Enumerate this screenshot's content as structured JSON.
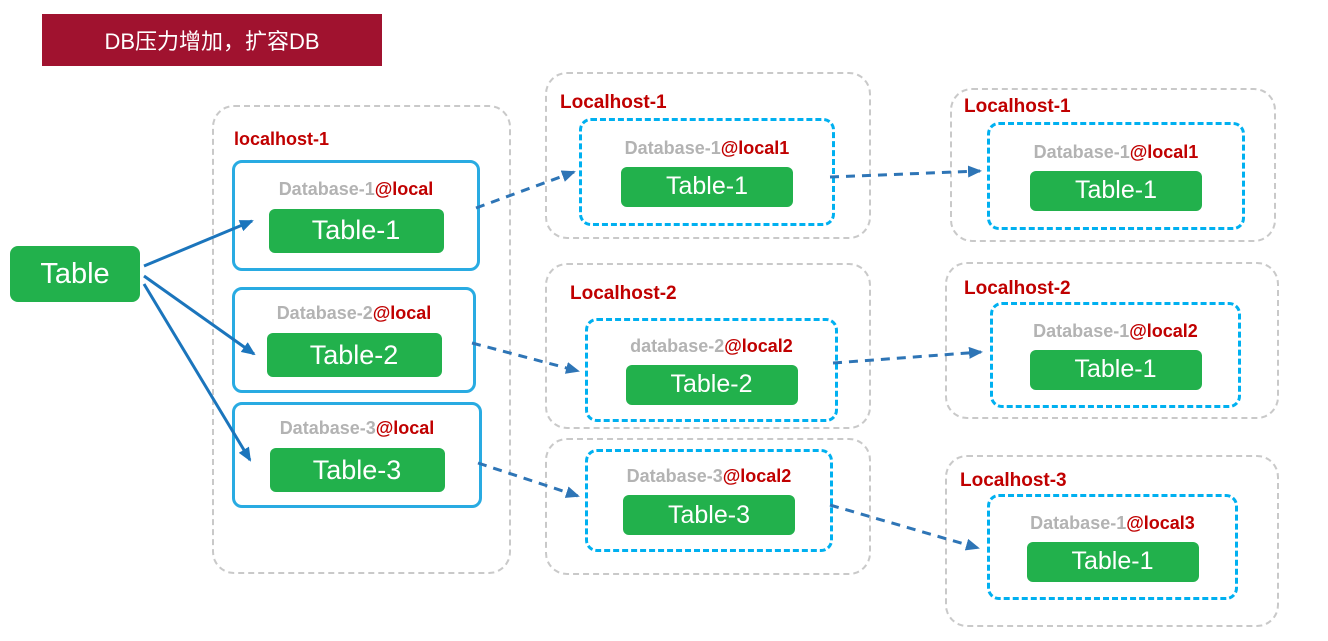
{
  "banner": {
    "label": "DB压力增加，扩容DB"
  },
  "source_table": {
    "label": "Table"
  },
  "stage1": {
    "host_title": "localhost-1",
    "databases": [
      {
        "name": "Database-1",
        "at": "@local",
        "table": "Table-1"
      },
      {
        "name": "Database-2",
        "at": "@local",
        "table": "Table-2"
      },
      {
        "name": "Database-3",
        "at": "@local",
        "table": "Table-3"
      }
    ]
  },
  "stage2": {
    "hosts": [
      {
        "title": "Localhost-1",
        "db_name": "Database-1",
        "db_at": "@local1",
        "table": "Table-1"
      },
      {
        "title": "Localhost-2",
        "db_name": "database-2",
        "db_at": "@local2",
        "table": "Table-2"
      },
      {
        "title": "",
        "db_name": "Database-3",
        "db_at": "@local2",
        "table": "Table-3"
      }
    ]
  },
  "stage3": {
    "hosts": [
      {
        "title": "Localhost-1",
        "db_name": "Database-1",
        "db_at": "@local1",
        "table": "Table-1"
      },
      {
        "title": "Localhost-2",
        "db_name": "Database-1",
        "db_at": "@local2",
        "table": "Table-1"
      },
      {
        "title": "Localhost-3",
        "db_name": "Database-1",
        "db_at": "@local3",
        "table": "Table-1"
      }
    ]
  },
  "colors": {
    "banner_bg": "#A0122F",
    "table_green": "#22B14C",
    "db_border_blue": "#29ABE2",
    "db_border_cyan": "#00B0F0",
    "arrow_solid": "#1B75BC",
    "arrow_dashed": "#2E75B6",
    "title_red": "#C00000",
    "db_name_gray": "#B3B3B3",
    "container_gray": "#C9C9C9"
  }
}
